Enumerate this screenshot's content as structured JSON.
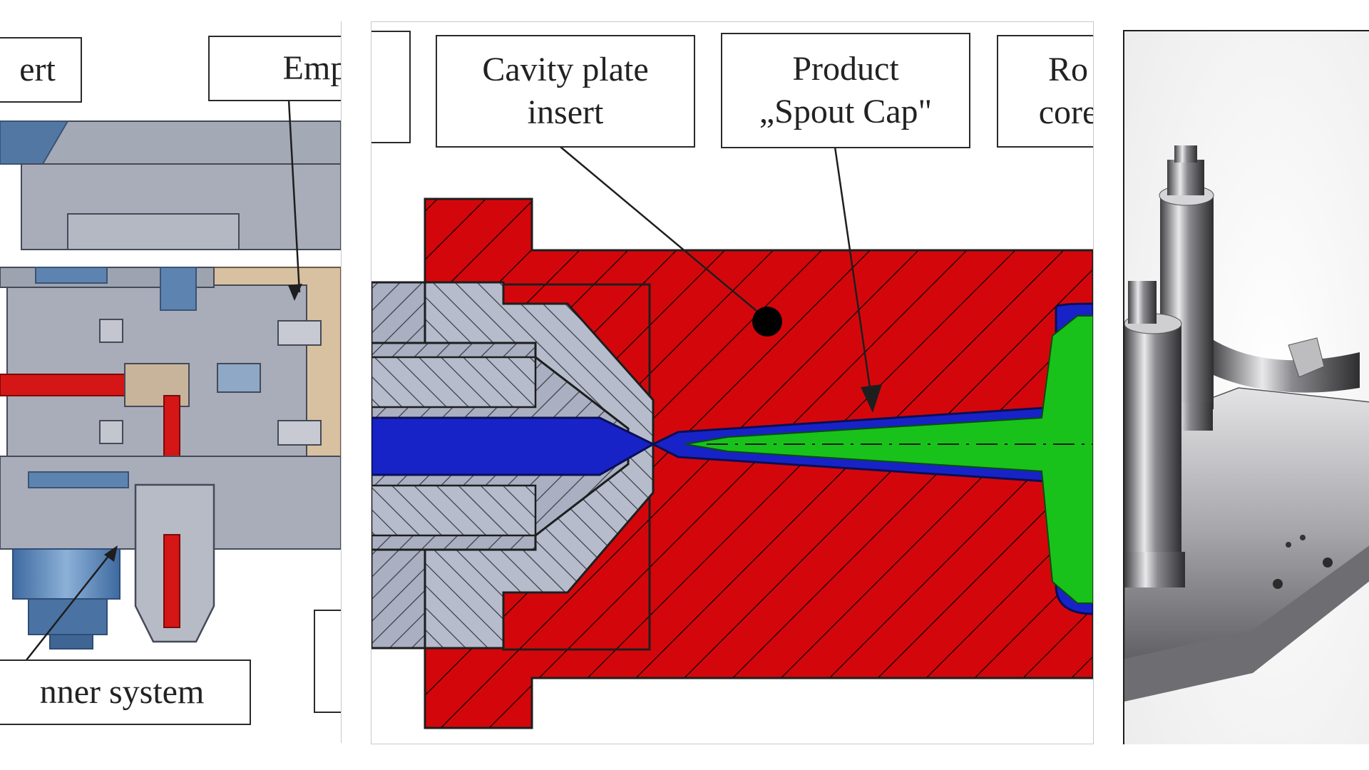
{
  "colors": {
    "steel": "#a9adb9",
    "steel_dark": "#8e939f",
    "blue_part": "#5d84b0",
    "runner": "#d51616",
    "tan": "#dcc4a2",
    "cavity_red": "#d3070b",
    "product_blue": "#1823c7",
    "product_green": "#19c21a"
  },
  "panel_left": {
    "labels": {
      "top_left": "ert",
      "top_right": "Emp",
      "bottom": "nner system"
    }
  },
  "panel_middle": {
    "labels": {
      "cavity_line1": "Cavity plate",
      "cavity_line2": "insert",
      "product_line1": "Product",
      "product_line2": "„Spout Cap\"",
      "right_line1": "Ro",
      "right_line2": "core"
    }
  },
  "panel_right": {
    "content": "photo-of-metal-mold-component"
  }
}
